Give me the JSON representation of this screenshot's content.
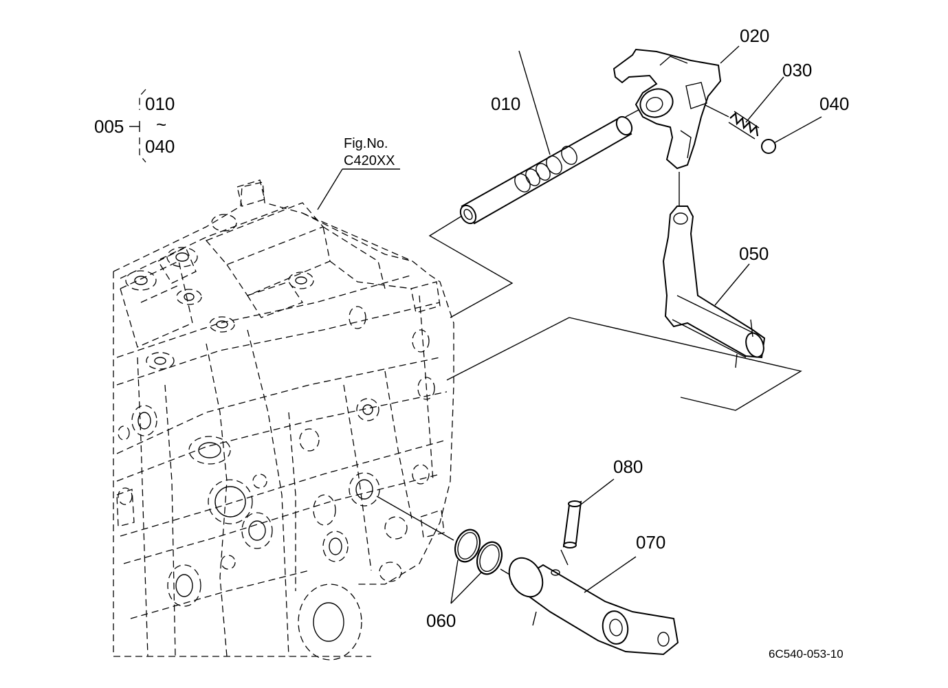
{
  "group": {
    "id": "005",
    "range_from": "010",
    "range_tilde": "~",
    "range_to": "040"
  },
  "figure_ref": {
    "line1": "Fig.No.",
    "line2": "C420XX"
  },
  "callouts": {
    "p010": "010",
    "p020": "020",
    "p030": "030",
    "p040": "040",
    "p050": "050",
    "p060": "060",
    "p070": "070",
    "p080": "080"
  },
  "drawing_code": "6C540-053-10"
}
